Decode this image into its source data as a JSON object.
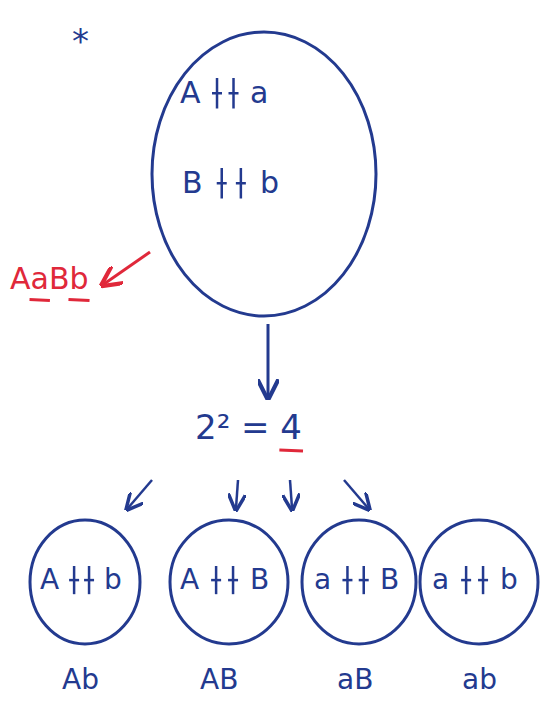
{
  "diagram": {
    "nodes": [
      {
        "text": [
          "A",
          "a",
          "B",
          "b"
        ]
      },
      {
        "text": [
          "A",
          "b"
        ]
      },
      {
        "text": [
          "A",
          "B"
        ]
      },
      {
        "text": [
          "a",
          "B"
        ]
      },
      {
        "text": [
          "a",
          "b"
        ]
      }
    ],
    "labels": [
      "*",
      "AaBb",
      "2² = 4",
      "Ab",
      "AB",
      "aB",
      "ab"
    ]
  }
}
